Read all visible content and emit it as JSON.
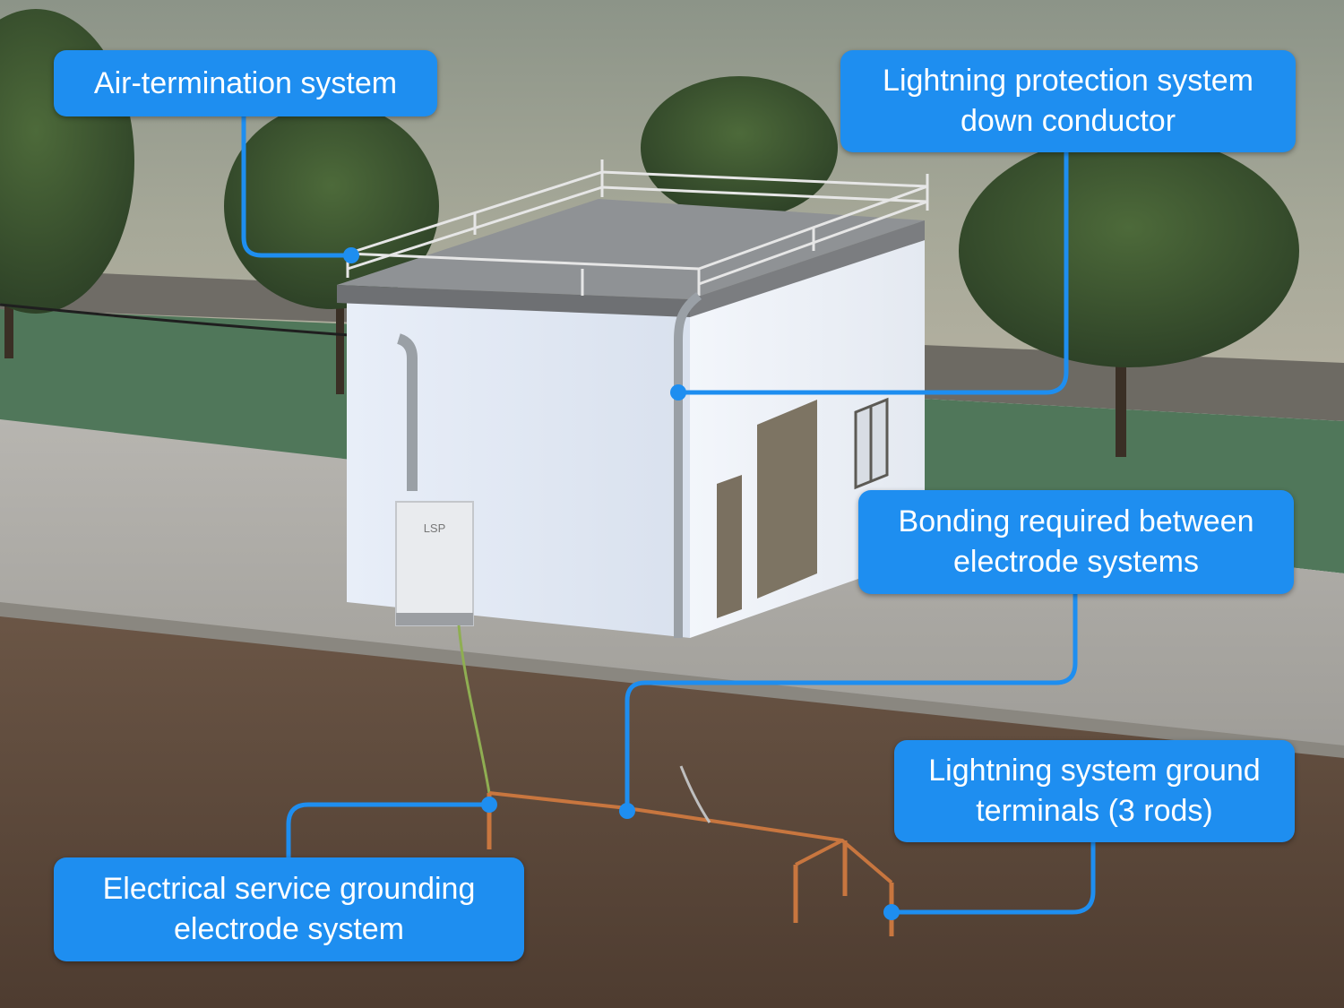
{
  "scene": {
    "description_icons": [
      "building",
      "lightning-air-terminal",
      "down-conductor",
      "service-panel",
      "ground-rods"
    ],
    "colors": {
      "callout_bg": "#1e8ef0",
      "callout_text": "#ffffff",
      "leader_line": "#1e8ef0",
      "copper_conductor": "#c8763f",
      "soil": "#5a4535",
      "gravel": "#a9a7a2",
      "grass": "#4f7a52",
      "sky": "#9aa095",
      "wall": "#e2e8f2"
    },
    "panel_label": "LSP"
  },
  "callouts": {
    "air_termination": {
      "line1": "Air-termination system"
    },
    "down_conductor": {
      "line1": "Lightning protection system",
      "line2": "down conductor"
    },
    "bonding": {
      "line1": "Bonding required between",
      "line2": "electrode systems"
    },
    "ground_terminals": {
      "line1": "Lightning system ground",
      "line2": "terminals (3 rods)"
    },
    "service_grounding": {
      "line1": "Electrical service grounding",
      "line2": "electrode system"
    }
  }
}
